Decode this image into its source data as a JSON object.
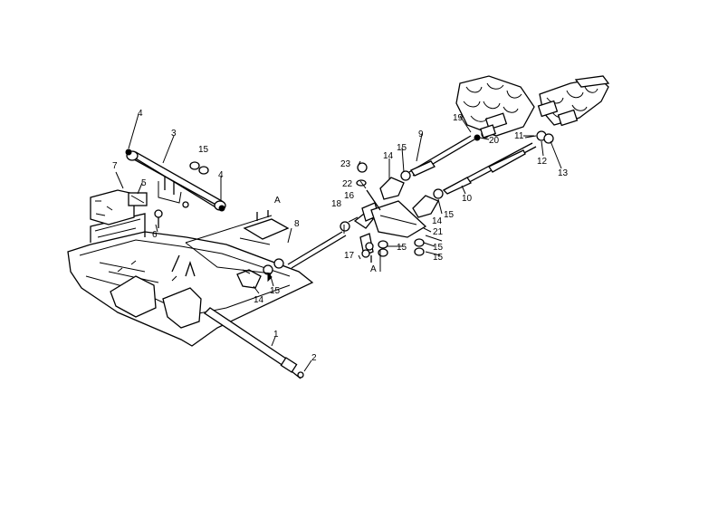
{
  "diagram": {
    "callouts": {
      "p1": "1",
      "p2": "2",
      "p3": "3",
      "p4a": "4",
      "p4b": "4",
      "p5": "5",
      "p6": "6",
      "p7": "7",
      "p8": "8",
      "p9": "9",
      "p10": "10",
      "p11": "11",
      "p12": "12",
      "p13": "13",
      "p14a": "14",
      "p14b": "14",
      "p14c": "14",
      "p15a": "15",
      "p15b": "15",
      "p15c": "15",
      "p15d": "15",
      "p15e": "15",
      "p15f": "15",
      "p15g": "15",
      "p16": "16",
      "p17": "17",
      "p18": "18",
      "p19": "19",
      "p20": "20",
      "p21": "21",
      "p22": "22",
      "p23": "23",
      "markA1": "A",
      "markA2": "A"
    }
  }
}
